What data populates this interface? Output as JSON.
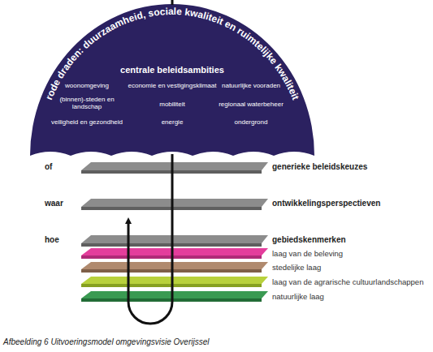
{
  "diagram": {
    "caption": "Afbeelding 6 Uitvoeringsmodel omgevingsvisie Overijssel",
    "nodes": [
      {
        "text": [
          "rode draden: duurzaamheid, sociale kwaliteit en ruimtelijke kwaliteit",
          "centrale beleidsambities",
          "woonomgeving",
          "economie en vestigingsklimaat",
          "natuurlijke vooraden",
          "(binnen)-steden en landschap",
          "mobiliteit",
          "regionaal waterbeheer",
          "veiligheid en gezondheid",
          "energie",
          "ondergrond"
        ]
      },
      {
        "text": [
          "of",
          "generieke beleidskeuzes"
        ]
      },
      {
        "text": [
          "waar",
          "ontwikkelingsperspectieven"
        ]
      },
      {
        "text": [
          "hoe",
          "gebiedskenmerken"
        ]
      },
      {
        "text": [
          "laag van de beleving"
        ]
      },
      {
        "text": [
          "stedelijke laag"
        ]
      },
      {
        "text": [
          "laag van de agrarische cultuurlandschappen"
        ]
      },
      {
        "text": [
          "natuurlijke laag"
        ]
      }
    ]
  }
}
